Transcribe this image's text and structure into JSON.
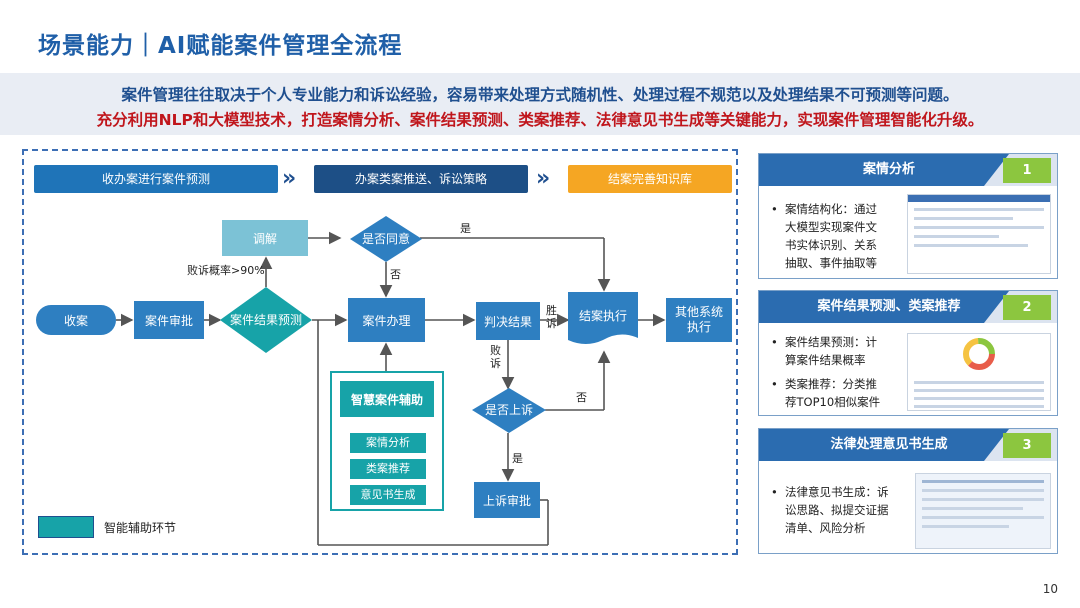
{
  "title": "场景能力｜AI赋能案件管理全流程",
  "banner": {
    "line1": "案件管理往往取决于个人专业能力和诉讼经验，容易带来处理方式随机性、处理过程不规范以及处理结果不可预测等问题。",
    "line2": "充分利用NLP和大模型技术，打造案情分析、案件结果预测、类案推荐、法律意见书生成等关键能力，实现案件管理智能化升级。"
  },
  "stages": [
    "收办案进行案件预测",
    "办案类案推送、诉讼策略",
    "结案完善知识库"
  ],
  "flow": {
    "shouan": "收案",
    "shenpi": "案件审批",
    "yuce": "案件结果预测",
    "tiaojie": "调解",
    "tongyi": "是否同意",
    "banli": "案件办理",
    "panjue": "判决结果",
    "jiean": "结案执行",
    "qita": "其他系统执行",
    "shangsu": "是否上诉",
    "shangsu_sp": "上诉审批",
    "lbl_rate": "败诉概率>90%",
    "lbl_yes1": "是",
    "lbl_no1": "否",
    "lbl_win": "胜诉",
    "lbl_lose": "败诉",
    "lbl_no2": "否",
    "lbl_yes2": "是"
  },
  "smart": {
    "title": "智慧案件辅助",
    "items": [
      "案情分析",
      "类案推荐",
      "意见书生成"
    ]
  },
  "legend": "智能辅助环节",
  "panels": [
    {
      "title": "案情分析",
      "num": "1",
      "lines": [
        "案情结构化：通过",
        "大模型实现案件文",
        "书实体识别、关系",
        "抽取、事件抽取等"
      ]
    },
    {
      "title": "案件结果预测、类案推荐",
      "num": "2",
      "lines": [
        "案件结果预测：计",
        "算案件结果概率",
        "类案推荐：分类推",
        "荐TOP10相似案件"
      ]
    },
    {
      "title": "法律处理意见书生成",
      "num": "3",
      "lines": [
        "法律意见书生成：诉",
        "讼思路、拟提交证据",
        "清单、风险分析"
      ]
    }
  ],
  "page_number": "10",
  "colors": {
    "primary": "#2e7fc1",
    "dark": "#1f4f8f",
    "teal": "#17a3a8",
    "orange": "#f5a623",
    "green": "#8cc63f",
    "red": "#c0161c"
  }
}
